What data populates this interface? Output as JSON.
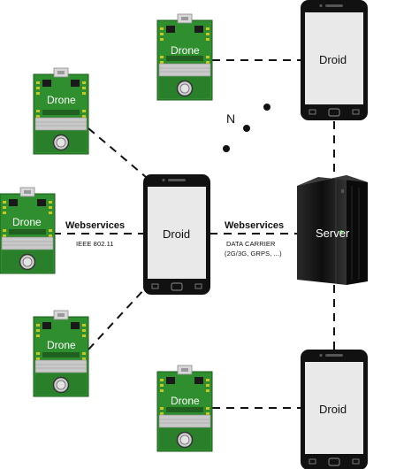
{
  "labels": {
    "drone": "Drone",
    "droid": "Droid",
    "server": "Server",
    "n": "N",
    "webservices_left": "Webservices",
    "ieee": "IEEE 802.11",
    "webservices_right": "Webservices",
    "carrier_line1": "DATA CARRIER",
    "carrier_line2": "(2G/3G, GRPS, ...)"
  },
  "nodes": {
    "drones": [
      "drone-top",
      "drone-upper-left",
      "drone-middle-left",
      "drone-lower-left",
      "drone-bottom"
    ],
    "phones": [
      "droid-center",
      "droid-top-right",
      "droid-bottom-right"
    ],
    "servers": [
      "server"
    ]
  },
  "connections": [
    {
      "from": "drone-upper-left",
      "to": "droid-center",
      "style": "dashed"
    },
    {
      "from": "drone-middle-left",
      "to": "droid-center",
      "style": "dashed"
    },
    {
      "from": "drone-lower-left",
      "to": "droid-center",
      "style": "dashed"
    },
    {
      "from": "droid-center",
      "to": "server",
      "style": "dashed"
    },
    {
      "from": "drone-top",
      "to": "droid-top-right",
      "style": "dashed"
    },
    {
      "from": "droid-top-right",
      "to": "server",
      "style": "dashed"
    },
    {
      "from": "server",
      "to": "droid-bottom-right",
      "style": "dashed"
    },
    {
      "from": "drone-bottom",
      "to": "droid-bottom-right",
      "style": "dashed"
    }
  ],
  "colors": {
    "board": "#2e8b2e",
    "board_dark": "#1f6b1f",
    "phone_body": "#111111",
    "phone_screen": "#e9e9e9",
    "server_body": "#1a1a1a",
    "led": "#38e038"
  }
}
